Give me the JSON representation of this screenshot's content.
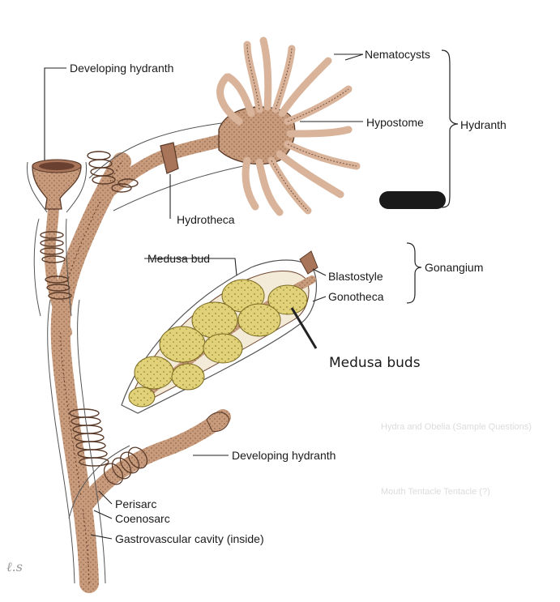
{
  "labels": {
    "developing_hydranth_top": "Developing hydranth",
    "nematocysts": "Nematocysts",
    "hypostome": "Hypostome",
    "hydranth": "Hydranth",
    "hydrotheca": "Hydrotheca",
    "medusa_bud": "Medusa bud",
    "blastostyle": "Blastostyle",
    "gonangium": "Gonangium",
    "gonotheca": "Gonotheca",
    "medusa_buds": "Medusa buds",
    "developing_hydranth_bottom": "Developing hydranth",
    "perisarc": "Perisarc",
    "coenosarc": "Coenosarc",
    "gastrovascular_cavity": "Gastrovascular cavity (inside)"
  },
  "bleed_through_text": {
    "line1": "Hydra and Obelia (Sample Questions)",
    "line2": "Mouth    Tentacle    Tentacle (?)"
  },
  "colors": {
    "stalk": "#b88a6a",
    "stalk_dark": "#8a5f45",
    "tentacle": "#d9b49a",
    "bud_yellow": "#ddd070",
    "perisarc_line": "#555555",
    "redaction": "#1a1a1a"
  }
}
